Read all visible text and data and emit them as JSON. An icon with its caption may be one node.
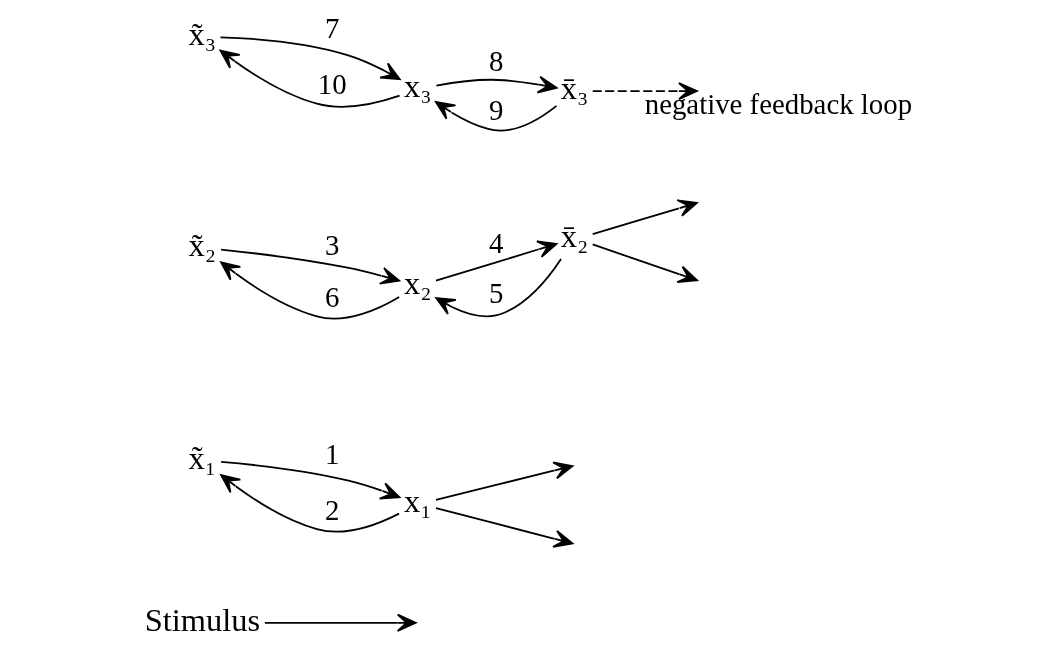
{
  "diagram": {
    "nodes": [
      {
        "text": [
          "Stimulus"
        ]
      },
      {
        "text": [
          "x̃₁"
        ]
      },
      {
        "text": [
          "x₁"
        ]
      },
      {
        "text": [
          "x̃₂"
        ]
      },
      {
        "text": [
          "x₂"
        ]
      },
      {
        "text": [
          "x̄₂"
        ]
      },
      {
        "text": [
          "x̃₃"
        ]
      },
      {
        "text": [
          "x₃"
        ]
      },
      {
        "text": [
          "x̄₃"
        ]
      }
    ],
    "edges": [
      {
        "from": 0,
        "to": null,
        "arrow": "to"
      },
      {
        "from": 1,
        "to": 2,
        "arrow": "to",
        "label": "1"
      },
      {
        "from": 2,
        "to": 1,
        "arrow": "to",
        "label": "2"
      },
      {
        "from": 2,
        "to": null,
        "arrow": "to"
      },
      {
        "from": 2,
        "to": null,
        "arrow": "to"
      },
      {
        "from": 3,
        "to": 4,
        "arrow": "to",
        "label": "3"
      },
      {
        "from": 4,
        "to": 5,
        "arrow": "to",
        "label": "4"
      },
      {
        "from": 5,
        "to": 4,
        "arrow": "to",
        "label": "5"
      },
      {
        "from": 4,
        "to": 3,
        "arrow": "to",
        "label": "6"
      },
      {
        "from": 5,
        "to": null,
        "arrow": "to"
      },
      {
        "from": 5,
        "to": null,
        "arrow": "to"
      },
      {
        "from": 6,
        "to": 7,
        "arrow": "to",
        "label": "7"
      },
      {
        "from": 7,
        "to": 8,
        "arrow": "to",
        "label": "8"
      },
      {
        "from": 8,
        "to": 7,
        "arrow": "to",
        "label": "9"
      },
      {
        "from": 7,
        "to": 6,
        "arrow": "to",
        "label": "10"
      },
      {
        "from": 8,
        "to": null,
        "arrow": "to",
        "style": "dashed",
        "label": "negative feedback loop"
      }
    ]
  }
}
